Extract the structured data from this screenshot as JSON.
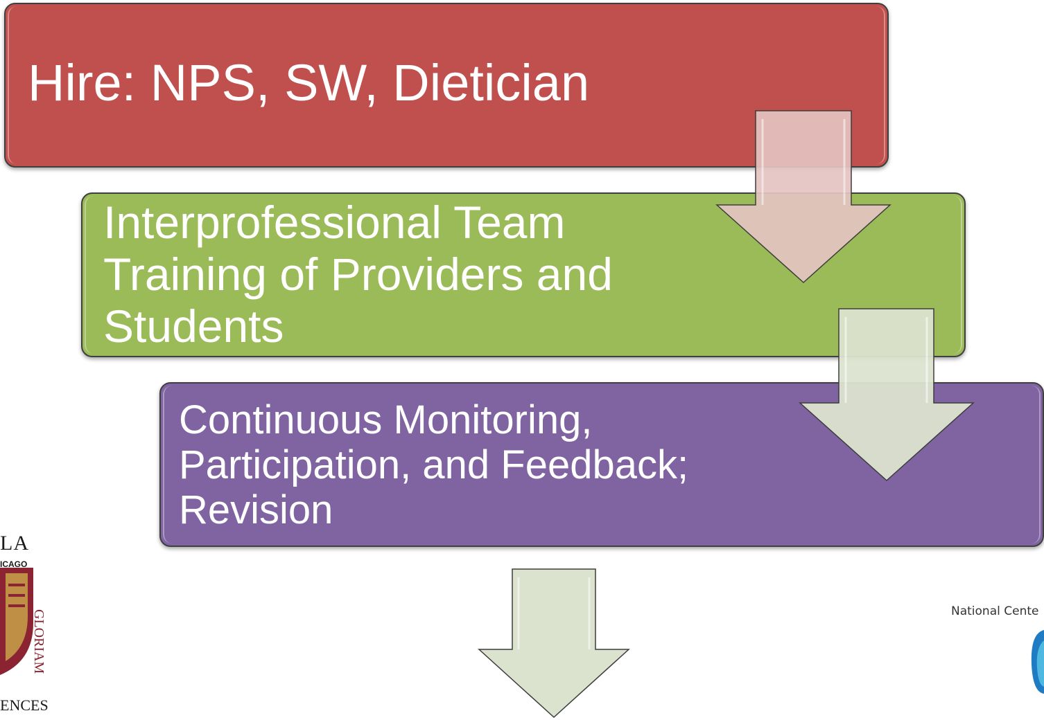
{
  "steps": [
    {
      "id": "hire",
      "label": "Hire: NPS, SW, Dietician",
      "color": "#c0504d"
    },
    {
      "id": "team",
      "label": "Interprofessional Team\nTraining of Providers and\nStudents",
      "color": "#9bbb59"
    },
    {
      "id": "monitor",
      "label": "Continuous Monitoring,\nParticipation, and Feedback;\nRevision",
      "color": "#8064a2"
    }
  ],
  "logos": {
    "left_logo_text_top": "LA",
    "left_logo_text_small": "ICAGO",
    "left_logo_text_bottom": "ENCES",
    "right_logo_text": "National Cente"
  },
  "arrow_colors": {
    "first": "#e4c3c1",
    "other": "#dbe3cf"
  }
}
